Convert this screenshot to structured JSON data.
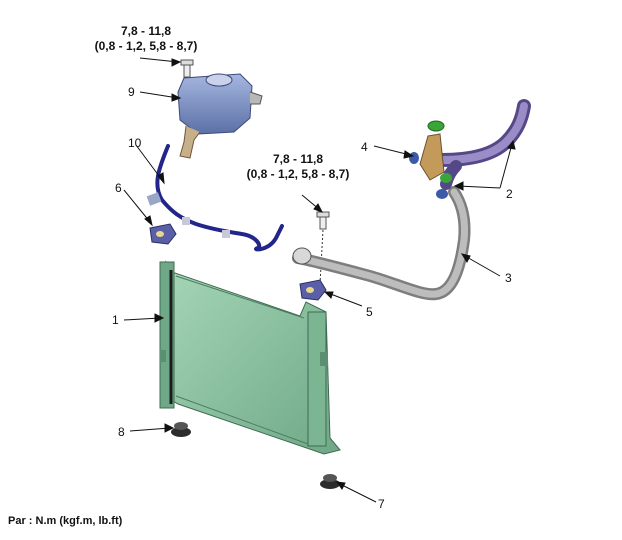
{
  "torque_specs": [
    {
      "line1": "7,8 - 11,8",
      "line2": "(0,8 - 1,2, 5,8 - 8,7)"
    },
    {
      "line1": "7,8 - 11,8",
      "line2": "(0,8 - 1,2, 5,8 - 8,7)"
    }
  ],
  "callouts": [
    "1",
    "2",
    "3",
    "4",
    "5",
    "6",
    "7",
    "8",
    "9",
    "10"
  ],
  "legend": "Par : N.m (kgf.m, lb.ft)",
  "colors": {
    "radiator": "#8fc6a5",
    "radiator_dark": "#5b8f72",
    "hose_purple": "#7c6aa8",
    "pipe_grey": "#a6a6a6",
    "reservoir": "#7f96c8",
    "tube_navy": "#22268a",
    "fitting_green": "#3aa63a",
    "fitting_tan": "#c39a5a"
  }
}
